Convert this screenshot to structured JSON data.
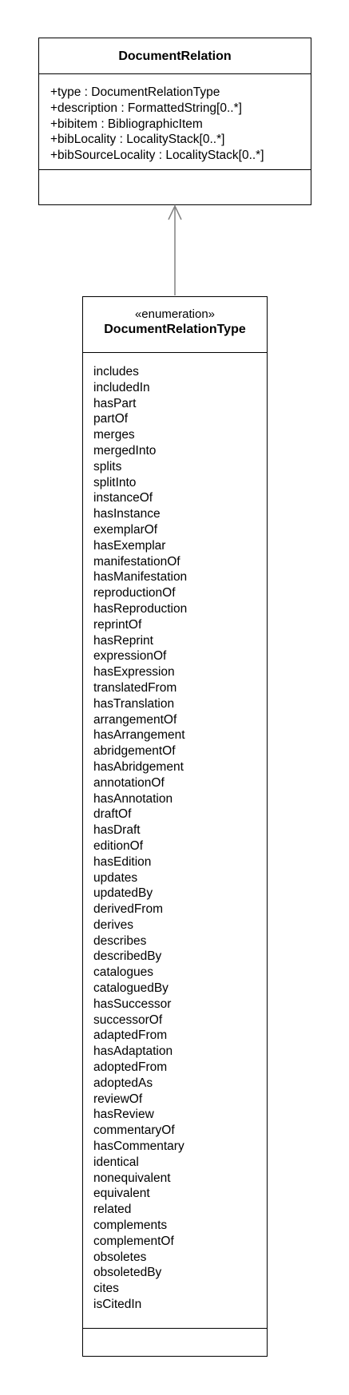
{
  "document_relation": {
    "name": "DocumentRelation",
    "attributes": [
      "+type : DocumentRelationType",
      "+description : FormattedString[0..*]",
      "+bibitem : BibliographicItem",
      "+bibLocality : LocalityStack[0..*]",
      "+bibSourceLocality : LocalityStack[0..*]"
    ]
  },
  "document_relation_type": {
    "stereotype": "«enumeration»",
    "name": "DocumentRelationType",
    "literals": [
      "includes",
      "includedIn",
      "hasPart",
      "partOf",
      "merges",
      "mergedInto",
      "splits",
      "splitInto",
      "instanceOf",
      "hasInstance",
      "exemplarOf",
      "hasExemplar",
      "manifestationOf",
      "hasManifestation",
      "reproductionOf",
      "hasReproduction",
      "reprintOf",
      "hasReprint",
      "expressionOf",
      "hasExpression",
      "translatedFrom",
      "hasTranslation",
      "arrangementOf",
      "hasArrangement",
      "abridgementOf",
      "hasAbridgement",
      "annotationOf",
      "hasAnnotation",
      "draftOf",
      "hasDraft",
      "editionOf",
      "hasEdition",
      "updates",
      "updatedBy",
      "derivedFrom",
      "derives",
      "describes",
      "describedBy",
      "catalogues",
      "cataloguedBy",
      "hasSuccessor",
      "successorOf",
      "adaptedFrom",
      "hasAdaptation",
      "adoptedFrom",
      "adoptedAs",
      "reviewOf",
      "hasReview",
      "commentaryOf",
      "hasCommentary",
      "identical",
      "nonequivalent",
      "equivalent",
      "related",
      "complements",
      "complementOf",
      "obsoletes",
      "obsoletedBy",
      "cites",
      "isCitedIn"
    ]
  },
  "colors": {
    "border": "#000000",
    "connector": "#808080",
    "background": "#ffffff"
  }
}
